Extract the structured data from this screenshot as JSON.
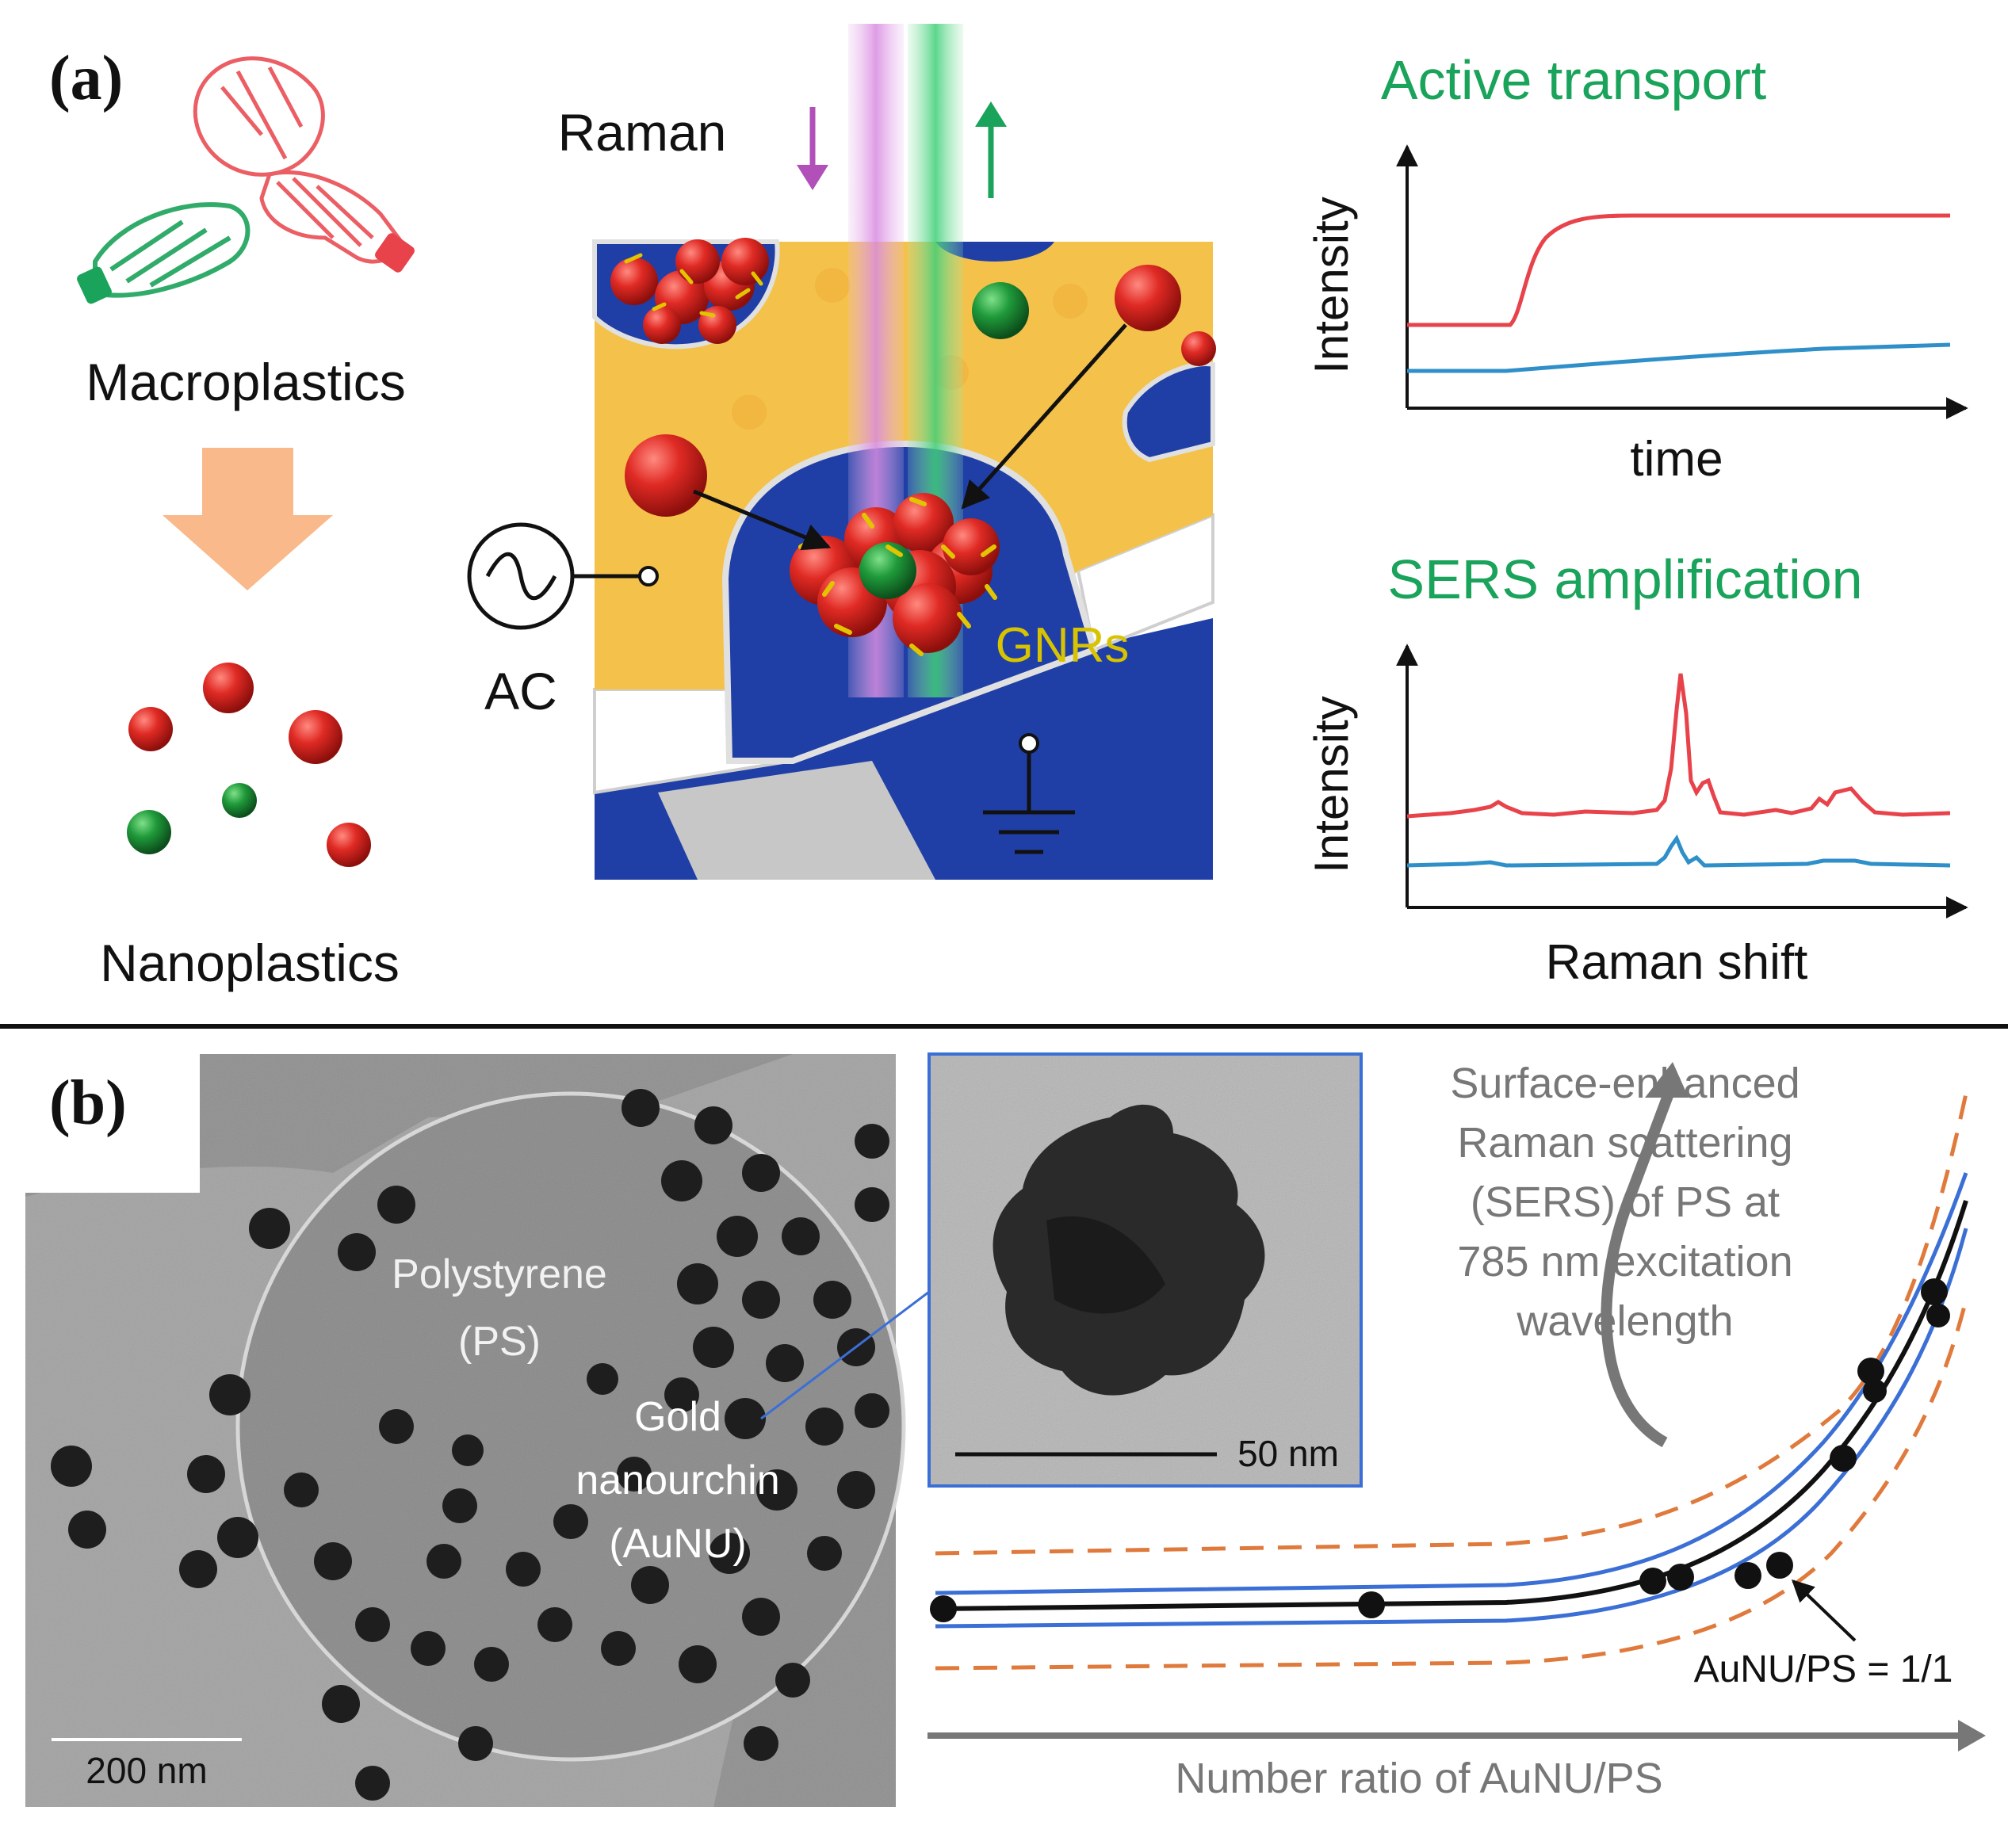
{
  "panel_a": {
    "label": "(a)",
    "macroplastics_label": "Macroplastics",
    "nanoplastics_label": "Nanoplastics",
    "raman_label": "Raman",
    "ac_label": "AC",
    "gnrs_label": "GNRs",
    "active_transport": {
      "title": "Active transport",
      "ylabel": "Intensity",
      "xlabel": "time"
    },
    "sers_amplification": {
      "title": "SERS amplification",
      "ylabel": "Intensity",
      "xlabel": "Raman shift"
    }
  },
  "panel_b": {
    "label": "(b)",
    "tem": {
      "ps_label_line1": "Polystyrene",
      "ps_label_line2": "(PS)",
      "aunu_label_line1": "Gold",
      "aunu_label_line2": "nanourchin",
      "aunu_label_line3": "(AuNU)",
      "scalebar": "200 nm"
    },
    "inset": {
      "scalebar": "50 nm"
    },
    "plot": {
      "annotation_lines": [
        "Surface-enhanced",
        "Raman scattering",
        "(SERS) of PS at",
        "785 nm excitation",
        "wavelength"
      ],
      "xlabel": "Number ratio of AuNU/PS",
      "marker_label": "AuNU/PS = 1/1"
    }
  },
  "colors": {
    "red_curve": "#e8424a",
    "blue_curve": "#2f8fc9",
    "green_text": "#1aa35a",
    "purple_arrow": "#b050b8",
    "green_arrow": "#1aa35a",
    "gnr_text": "#d8c300",
    "gold_surface": "#f4c24a",
    "blue_electrode": "#1f3fa6",
    "fit_blue": "#3b6fd6",
    "fit_orange": "#e07a3c",
    "grey_text": "#777777"
  }
}
